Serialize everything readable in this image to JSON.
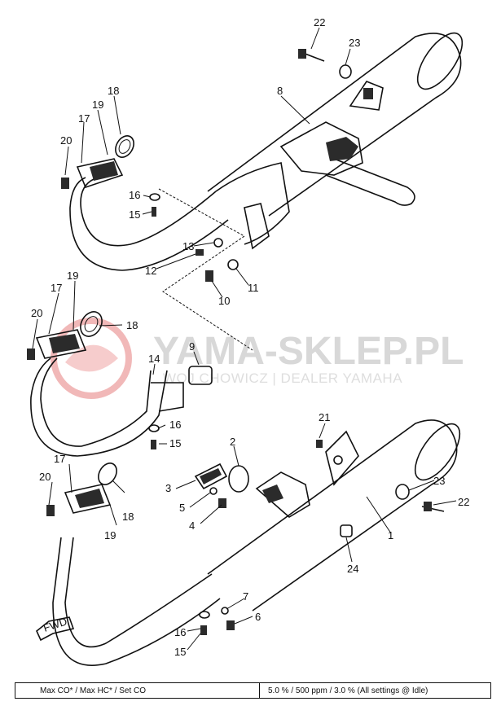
{
  "watermark": {
    "brand": "YAMA-SKLEP.PL",
    "tagline": "WOJ   CHOWICZ | DEALER YAMAHA",
    "logo_color": "#e85b5b"
  },
  "callouts": {
    "p1": "1",
    "p2": "2",
    "p3": "3",
    "p4": "4",
    "p5": "5",
    "p6": "6",
    "p7": "7",
    "p8": "8",
    "p9": "9",
    "p10": "10",
    "p11": "11",
    "p12": "12",
    "p13": "13",
    "p14": "14",
    "p15a": "15",
    "p15b": "15",
    "p15c": "15",
    "p16a": "16",
    "p16b": "16",
    "p16c": "16",
    "p17a": "17",
    "p17b": "17",
    "p17c": "17",
    "p18a": "18",
    "p18b": "18",
    "p18c": "18",
    "p19a": "19",
    "p19b": "19",
    "p19c": "19",
    "p20a": "20",
    "p20b": "20",
    "p20c": "20",
    "p21": "21",
    "p22a": "22",
    "p22b": "22",
    "p23a": "23",
    "p23b": "23",
    "p24": "24"
  },
  "fwd_label": "FWD",
  "spec": {
    "label": "Max CO* / Max HC* / Set CO",
    "value": "5.0 % / 500 ppm / 3.0 % (All settings @ Idle)"
  }
}
